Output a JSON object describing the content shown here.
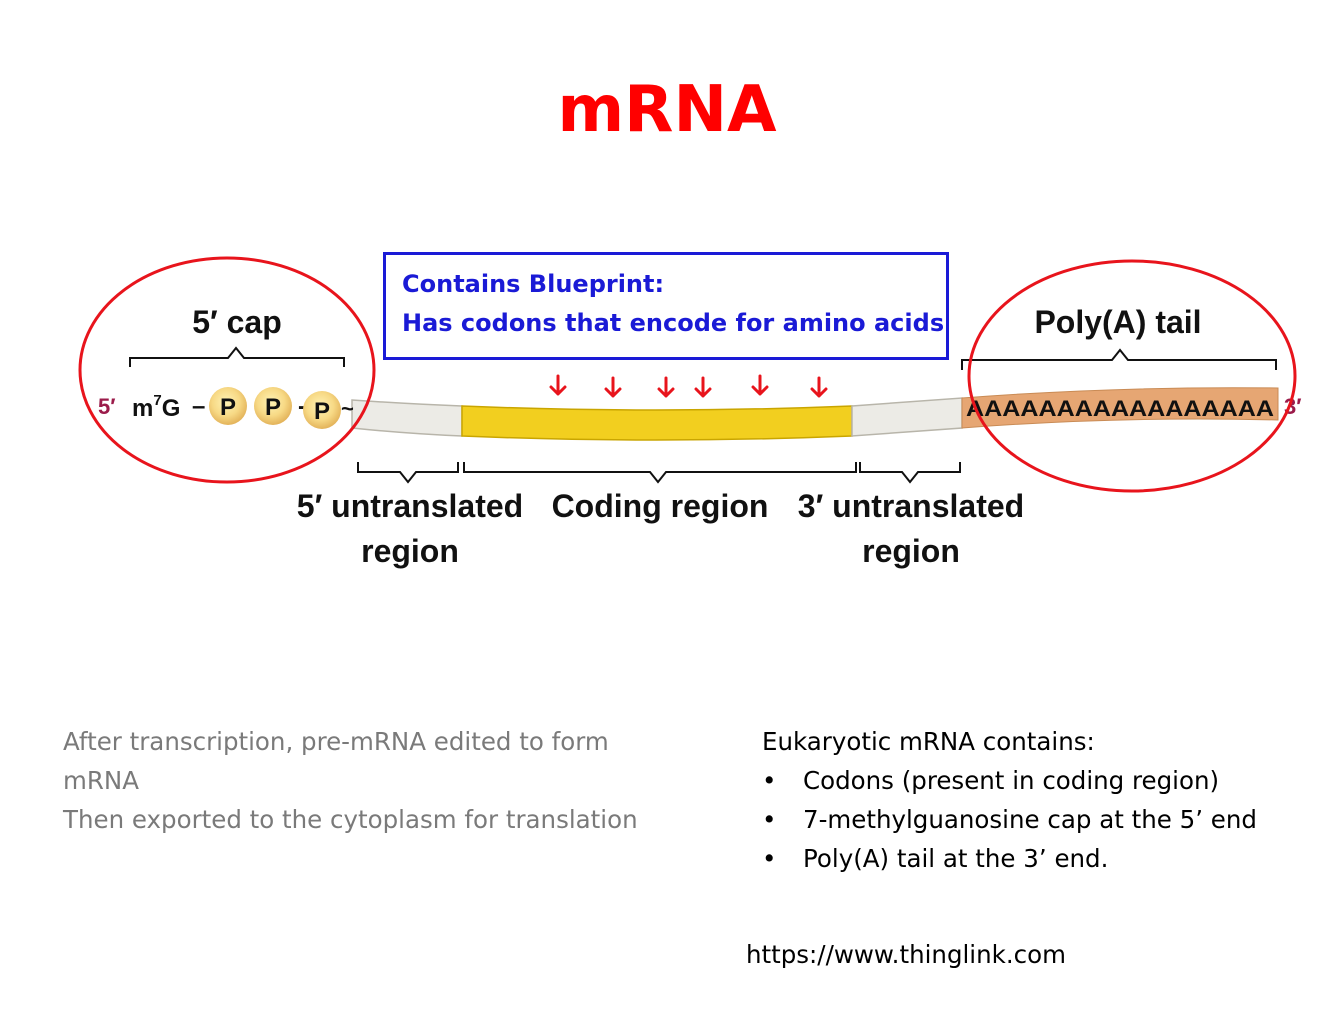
{
  "slide": {
    "title": "mRNA",
    "blueprint_box": {
      "line1": "Contains Blueprint:",
      "line2": "Has codons that encode for amino acids"
    },
    "diagram": {
      "cap_label": "5′ cap",
      "five_prime": "5′",
      "three_prime": "3′",
      "m7g": "m",
      "m7g_sup": "7",
      "m7g_rest": "G",
      "phosphate": "P",
      "poly_a_label": "Poly(A) tail",
      "poly_a_seq": "AAAAAAAAAAAAAAAAA",
      "utr5_line1": "5′ untranslated",
      "utr5_line2": "region",
      "coding_label": "Coding region",
      "utr3_line1": "3′ untranslated",
      "utr3_line2": "region"
    },
    "left_text": {
      "line1": "After transcription, pre-mRNA  edited to form",
      "line2": "mRNA",
      "line3": "Then exported to the cytoplasm for translation"
    },
    "right_text": {
      "heading": "Eukaryotic mRNA contains:",
      "bullets": [
        "Codons (present in coding region)",
        "7-methylguanosine cap at the 5’ end",
        "Poly(A) tail at the 3’ end."
      ]
    },
    "source": "https://www.thinglink.com"
  },
  "colors": {
    "title": "#ff0000",
    "box_text": "#1a1ad6",
    "circle": "#e8141c",
    "arrow": "#e8141c",
    "coding": "#f2cf1f",
    "utr": "#ecebe6",
    "tail": "#e6a673",
    "five_prime_mark": "#9b1b4a"
  }
}
